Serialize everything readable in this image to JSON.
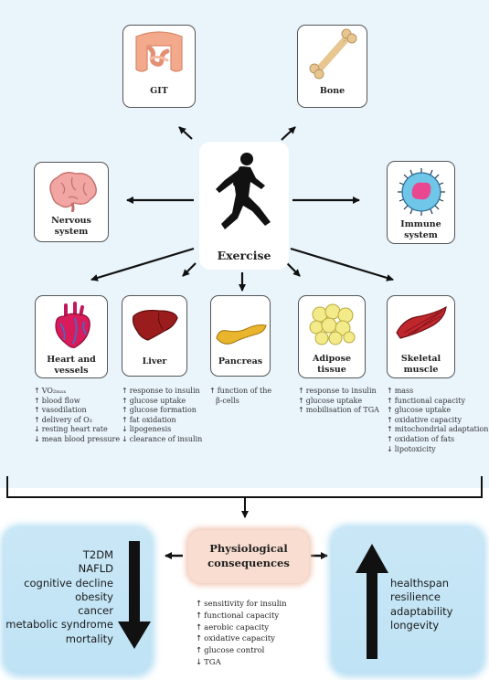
{
  "center": {
    "label": "Exercise"
  },
  "top_cards": [
    {
      "id": "git",
      "label": "GIT"
    },
    {
      "id": "bone",
      "label": "Bone"
    }
  ],
  "side_cards": [
    {
      "id": "nervous",
      "label": "Nervous system"
    },
    {
      "id": "immune",
      "label": "Immune system"
    }
  ],
  "organs": [
    {
      "id": "heart",
      "label": "Heart and vessels",
      "effects": [
        {
          "dir": "↑",
          "text": "VO₂ₘₐₓ"
        },
        {
          "dir": "↑",
          "text": "blood flow"
        },
        {
          "dir": "↑",
          "text": "vasodilation"
        },
        {
          "dir": "↑",
          "text": "delivery of O₂"
        },
        {
          "dir": "↓",
          "text": "resting heart rate"
        },
        {
          "dir": "↓",
          "text": "mean blood pressure"
        }
      ]
    },
    {
      "id": "liver",
      "label": "Liver",
      "effects": [
        {
          "dir": "↑",
          "text": "response to insulin"
        },
        {
          "dir": "↑",
          "text": "glucose uptake"
        },
        {
          "dir": "↑",
          "text": "glucose formation"
        },
        {
          "dir": "↑",
          "text": "fat oxidation"
        },
        {
          "dir": "↓",
          "text": "lipogenesis"
        },
        {
          "dir": "↓",
          "text": "clearance of insulin"
        }
      ]
    },
    {
      "id": "pancreas",
      "label": "Pancreas",
      "effects": [
        {
          "dir": "↑",
          "text": "function of the"
        },
        {
          "dir": "",
          "text": "β-cells"
        }
      ]
    },
    {
      "id": "adipose",
      "label": "Adipose tissue",
      "effects": [
        {
          "dir": "↑",
          "text": "response to insulin"
        },
        {
          "dir": "↑",
          "text": "glucose uptake"
        },
        {
          "dir": "↑",
          "text": "mobilisation of TGA"
        }
      ]
    },
    {
      "id": "muscle",
      "label": "Skeletal muscle",
      "effects": [
        {
          "dir": "↑",
          "text": "mass"
        },
        {
          "dir": "↑",
          "text": "functional capacity"
        },
        {
          "dir": "↑",
          "text": "glucose uptake"
        },
        {
          "dir": "↑",
          "text": "oxidative capacity"
        },
        {
          "dir": "↑",
          "text": "mitochondrial adaptation"
        },
        {
          "dir": "↑",
          "text": "oxidation of fats"
        },
        {
          "dir": "↓",
          "text": "lipotoxicity"
        }
      ]
    }
  ],
  "physiological": {
    "title_line1": "Physiological",
    "title_line2": "consequences"
  },
  "summary_effects": [
    {
      "dir": "↑",
      "text": "sensitivity for insulin"
    },
    {
      "dir": "↑",
      "text": "functional capacity"
    },
    {
      "dir": "↑",
      "text": "aerobic capacity"
    },
    {
      "dir": "↑",
      "text": "oxidative capacity"
    },
    {
      "dir": "↑",
      "text": "glucose control"
    },
    {
      "dir": "↓",
      "text": "TGA"
    }
  ],
  "decreased_outcomes": [
    "T2DM",
    "NAFLD",
    "cognitive decline",
    "obesity",
    "cancer",
    "metabolic syndrome",
    "mortality"
  ],
  "increased_outcomes": [
    "healthspan",
    "resilience",
    "adaptability",
    "longevity"
  ],
  "icons": {
    "git": "intestine-icon",
    "bone": "bone-icon",
    "nervous": "brain-icon",
    "immune": "immune-cell-icon",
    "heart": "heart-icon",
    "liver": "liver-icon",
    "pancreas": "pancreas-icon",
    "adipose": "fat-cells-icon",
    "muscle": "muscle-icon",
    "runner": "runner-icon"
  },
  "colors": {
    "panel": "#e9f4fb",
    "blue_box": "#c3e5f6",
    "peach_box": "#f8ddd0",
    "arrow": "#111111"
  }
}
